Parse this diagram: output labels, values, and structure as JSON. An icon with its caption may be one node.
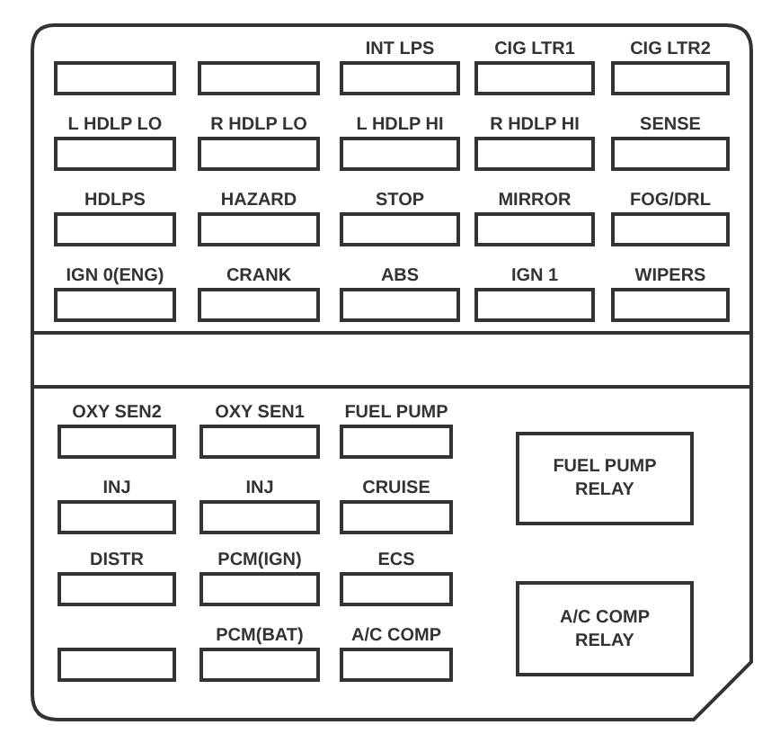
{
  "diagram": {
    "nodes": [
      {
        "text": [],
        "shape": "box"
      },
      {
        "text": [],
        "shape": "box"
      },
      {
        "text": [
          "INT LPS"
        ]
      },
      {
        "text": [
          "CIG LTR1"
        ]
      },
      {
        "text": [
          "CIG LTR2"
        ]
      },
      {
        "text": [
          "L HDLP LO"
        ]
      },
      {
        "text": [
          "R HDLP LO"
        ]
      },
      {
        "text": [
          "L HDLP HI"
        ]
      },
      {
        "text": [
          "R HDLP HI"
        ]
      },
      {
        "text": [
          "SENSE"
        ]
      },
      {
        "text": [
          "HDLPS"
        ]
      },
      {
        "text": [
          "HAZARD"
        ]
      },
      {
        "text": [
          "STOP"
        ]
      },
      {
        "text": [
          "MIRROR"
        ]
      },
      {
        "text": [
          "FOG/DRL"
        ]
      },
      {
        "text": [
          "IGN 0(ENG)"
        ]
      },
      {
        "text": [
          "CRANK"
        ]
      },
      {
        "text": [
          "ABS"
        ]
      },
      {
        "text": [
          "IGN 1"
        ]
      },
      {
        "text": [
          "WIPERS"
        ]
      },
      {
        "text": [
          "OXY SEN2"
        ]
      },
      {
        "text": [
          "OXY SEN1"
        ]
      },
      {
        "text": [
          "FUEL PUMP"
        ]
      },
      {
        "text": [
          "FUEL PUMP RELAY"
        ]
      },
      {
        "text": [
          "INJ"
        ]
      },
      {
        "text": [
          "INJ"
        ]
      },
      {
        "text": [
          "CRUISE"
        ]
      },
      {
        "text": [
          "DISTR"
        ]
      },
      {
        "text": [
          "PCM(IGN)"
        ]
      },
      {
        "text": [
          "ECS"
        ]
      },
      {
        "text": [
          "A/C COMP RELAY"
        ]
      },
      {
        "text": [],
        "shape": "box"
      },
      {
        "text": [
          "PCM(BAT)"
        ]
      },
      {
        "text": [
          "A/C COMP"
        ]
      }
    ]
  }
}
